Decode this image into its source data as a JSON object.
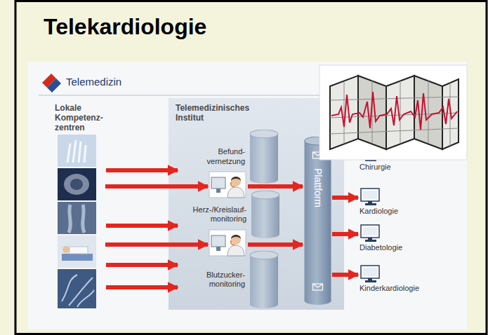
{
  "diagram": {
    "title": "Telekardiologie",
    "nodes": [
      {
        "text": [
          "Lokale Kompetenz- zentren"
        ]
      },
      {
        "text": [
          "Telemedizinisches Institut"
        ]
      },
      {
        "text": [
          "Befund- vernetzung"
        ],
        "in": 1
      },
      {
        "text": [
          "Herz-/Kreislauf- monitoring"
        ],
        "in": 1
      },
      {
        "text": [
          "Blutzucker- monitoring"
        ],
        "in": 1
      },
      {
        "text": [
          "Plattform"
        ],
        "in": 1
      },
      {
        "text": [
          "Chirurgie"
        ]
      },
      {
        "text": [
          "Kardiologie"
        ]
      },
      {
        "text": [
          "Diabetologie"
        ]
      },
      {
        "text": [
          "Kinderkardiologie"
        ]
      }
    ],
    "edges": [
      {
        "from": 0,
        "to": 2,
        "arrow": "to"
      },
      {
        "from": 0,
        "to": 3,
        "arrow": "to"
      },
      {
        "from": 0,
        "to": 4,
        "arrow": "to"
      },
      {
        "from": 0,
        "to": 4,
        "arrow": "to"
      },
      {
        "from": 5,
        "to": 7,
        "arrow": "to"
      },
      {
        "from": 5,
        "to": 8,
        "arrow": "to"
      },
      {
        "from": 5,
        "to": 9,
        "arrow": "to"
      }
    ],
    "labels": [
      "Telemedizin"
    ]
  }
}
